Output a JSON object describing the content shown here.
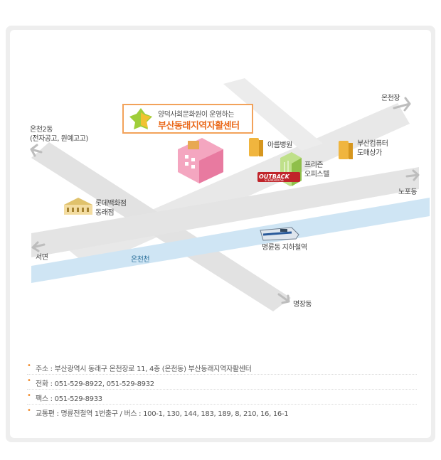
{
  "callout": {
    "subtitle": "양덕사회문화원이 운영하는",
    "title": "부산동래지역자활센터"
  },
  "places": {
    "oncheonjang": "온천장",
    "oncheon2dong_line1": "온천2동",
    "oncheon2dong_line2": "(전자공고, 원예고고)",
    "areum_hospital": "아름병원",
    "busan_computer_line1": "부산컴퓨터",
    "busan_computer_line2": "도매상가",
    "prizon_line1": "프리즌",
    "prizon_line2": "오피스텔",
    "outback": "OUTBACK",
    "outback_sub": "STEAKHOUSE",
    "nopodong": "노포동",
    "lotte_line1": "롯데백화점",
    "lotte_line2": "동래점",
    "seomyeon": "서면",
    "oncheoncheon": "온천천",
    "myeongnyun_station": "명륜동 지하철역",
    "myeongjangdong": "명장동"
  },
  "info": [
    "주소 :  부산광역시 동래구 온천장로 11, 4층 (온천동) 부산동래지역자활센터",
    "전화 : 051-529-8922, 051-529-8932",
    "팩스 : 051-529-8933",
    "교통편 : 명륜전철역 1번출구 / 버스 : 100-1, 130, 144, 183, 189, 8, 210, 16, 16-1"
  ],
  "colors": {
    "road": "#e6e6e6",
    "arrow": "#bfbfbf",
    "river": "#cfe5f4",
    "callout_border": "#f2a25a",
    "callout_title": "#ea6a1c",
    "bullet": "#f08a2a"
  }
}
